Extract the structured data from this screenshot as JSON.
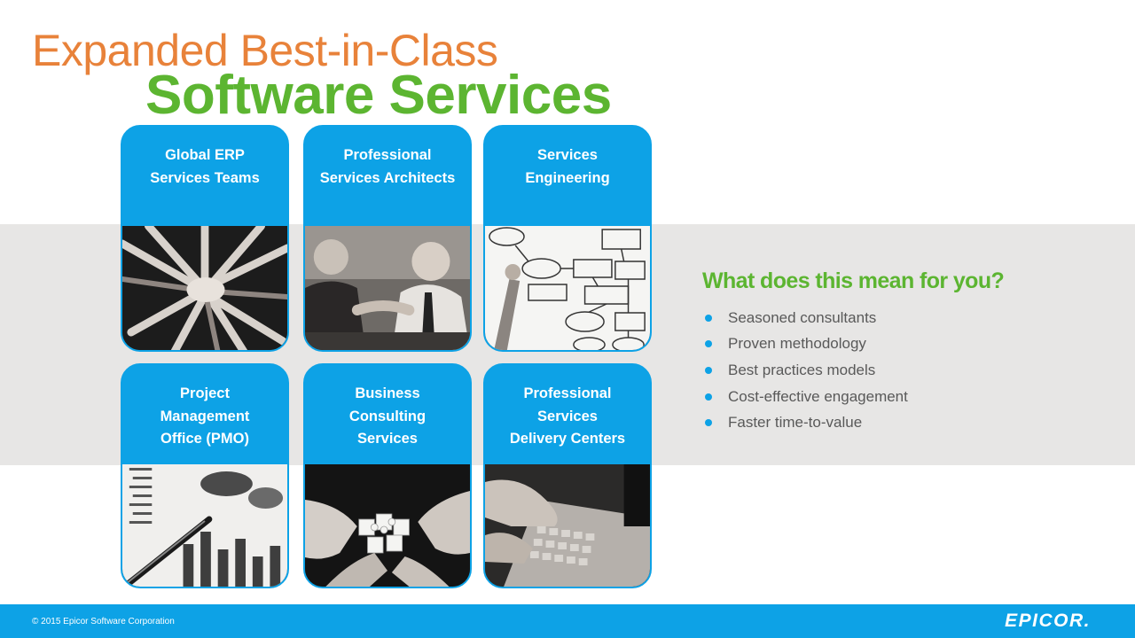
{
  "title": {
    "line1": "Expanded Best-in-Class",
    "line2": "Software Services"
  },
  "cards": [
    {
      "lines": [
        "Global ERP",
        "Services Teams"
      ],
      "photo": "hands-together-photo"
    },
    {
      "lines": [
        "Professional",
        "Services Architects"
      ],
      "photo": "business-handshake-photo"
    },
    {
      "lines": [
        "Services",
        "Engineering"
      ],
      "photo": "flowchart-drawing-photo"
    },
    {
      "lines": [
        "Project",
        "Management",
        "Office (PMO)"
      ],
      "photo": "charts-and-pen-photo"
    },
    {
      "lines": [
        "Business",
        "Consulting",
        "Services"
      ],
      "photo": "puzzle-pieces-photo"
    },
    {
      "lines": [
        "Professional",
        "Services",
        "Delivery Centers"
      ],
      "photo": "keyboard-typing-photo"
    }
  ],
  "benefits": {
    "heading": "What does this mean for you?",
    "items": [
      "Seasoned consultants",
      "Proven methodology",
      "Best practices models",
      "Cost-effective engagement",
      "Faster time-to-value"
    ]
  },
  "footer": {
    "copyright": "© 2015 Epicor Software Corporation",
    "logo": "EPICOR."
  },
  "colors": {
    "accent_blue": "#0da2e6",
    "title_orange": "#e8823a",
    "title_green": "#5cb531",
    "band_gray": "#e7e6e5"
  }
}
